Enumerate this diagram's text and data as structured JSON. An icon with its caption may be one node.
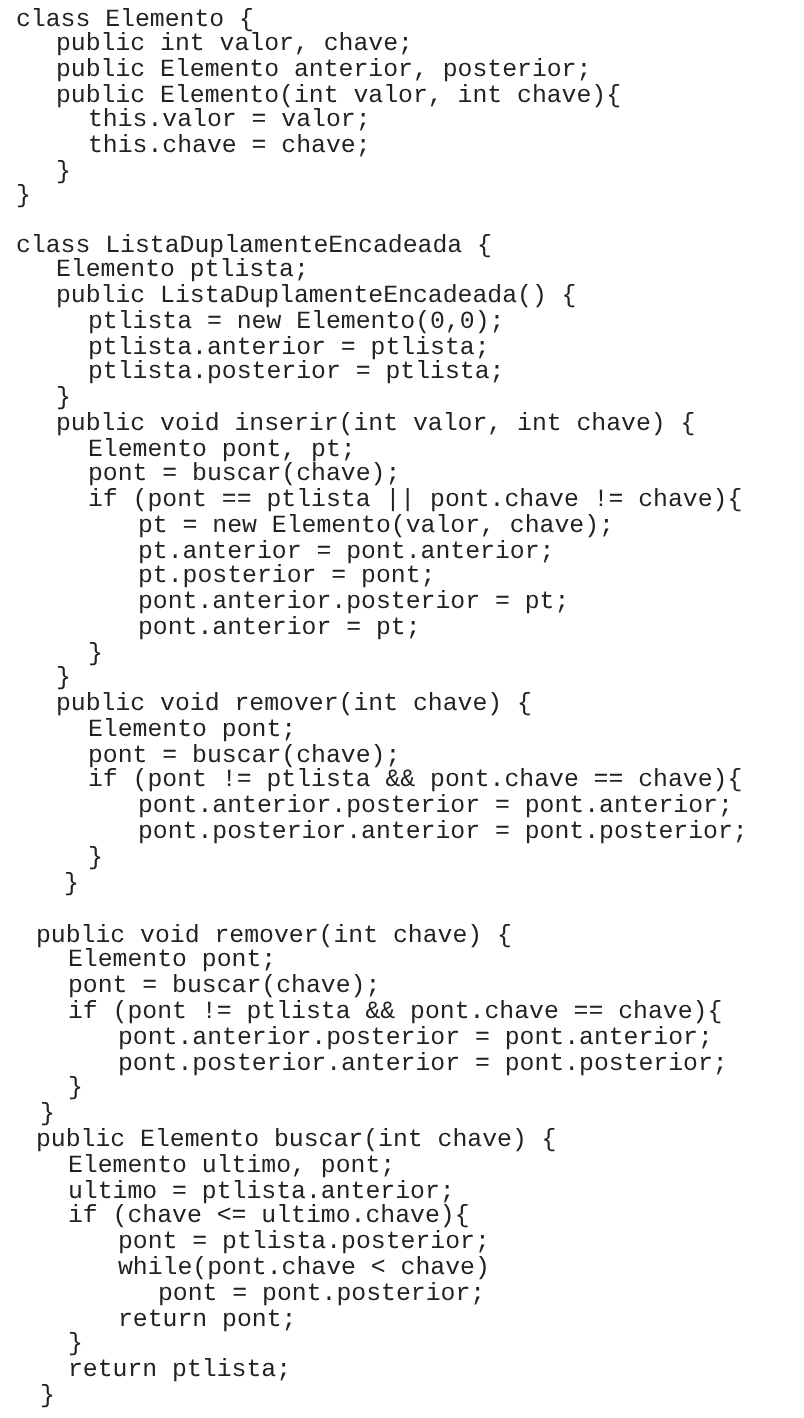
{
  "diagram": {
    "labels": [
      "class Elemento {",
      "public int valor, chave;",
      "public Elemento anterior, posterior;",
      "public Elemento(int valor, int chave){",
      "this.valor = valor;",
      "this.chave = chave;",
      "}",
      "}",
      "class ListaDuplamenteEncadeada {",
      "Elemento ptlista;",
      "public ListaDuplamenteEncadeada() {",
      "ptlista = new Elemento(0,0);",
      "ptlista.anterior = ptlista;",
      "ptlista.posterior = ptlista;",
      "}",
      "public void inserir(int valor, int chave) {",
      "Elemento pont, pt;",
      "pont = buscar(chave);",
      "if (pont == ptlista || pont.chave != chave){",
      "pt = new Elemento(valor, chave);",
      "pt.anterior = pont.anterior;",
      "pt.posterior = pont;",
      "pont.anterior.posterior = pt;",
      "pont.anterior = pt;",
      "}",
      "}",
      "public void remover(int chave) {",
      "Elemento pont;",
      "pont = buscar(chave);",
      "if (pont != ptlista && pont.chave == chave){",
      "pont.anterior.posterior = pont.anterior;",
      "pont.posterior.anterior = pont.posterior;",
      "}",
      "}",
      "public void remover(int chave) {",
      "Elemento pont;",
      "pont = buscar(chave);",
      "if (pont != ptlista && pont.chave == chave){",
      "pont.anterior.posterior = pont.anterior;",
      "pont.posterior.anterior = pont.posterior;",
      "}",
      "}",
      "public Elemento buscar(int chave) {",
      "Elemento ultimo, pont;",
      "ultimo = ptlista.anterior;",
      "if (chave <= ultimo.chave){",
      "pont = ptlista.posterior;",
      "while(pont.chave < chave)",
      "pont = pont.posterior;",
      "return pont;",
      "}",
      "return ptlista;",
      "}"
    ]
  }
}
